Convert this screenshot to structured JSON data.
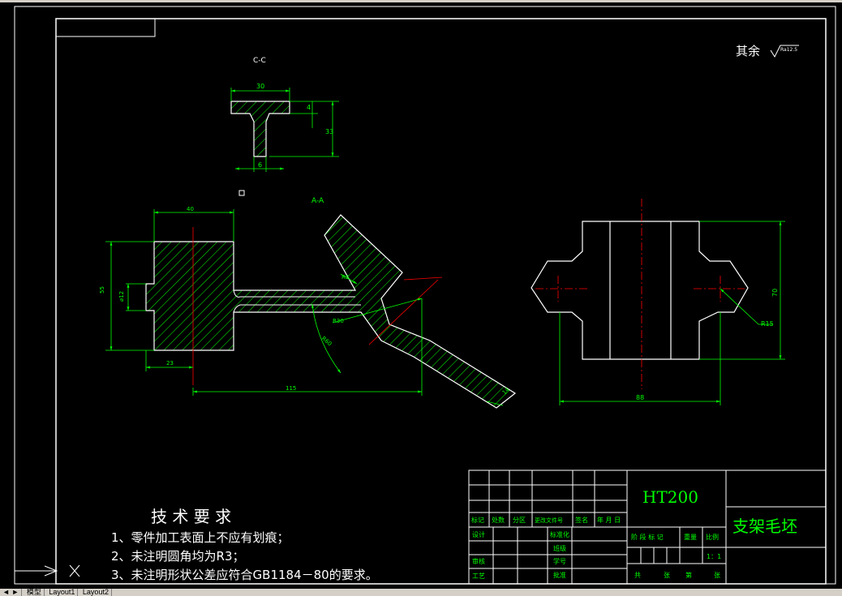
{
  "drawing": {
    "section_label": "C-C",
    "view_label": "A-A",
    "roughness_note_prefix": "其余",
    "roughness_value": "Ra12.5",
    "dims": {
      "cc_width": "30",
      "cc_flange": "4",
      "cc_height": "33",
      "cc_web": "6",
      "main_width": "40",
      "main_height": "55",
      "bore": "⌀12",
      "stub": "23",
      "length": "115",
      "r5": "R5",
      "r30": "R30",
      "r60": "R60",
      "rib": "14",
      "right_height": "70",
      "right_width": "88",
      "r15": "R15"
    }
  },
  "technical_requirements": {
    "title": "技 术 要 求",
    "items": [
      "1、零件加工表面上不应有划痕；",
      "2、未注明圆角均为R3；",
      "3、未注明形状公差应符合GB1184－80的要求。"
    ]
  },
  "title_block": {
    "material": "HT200",
    "part_name": "支架毛坯",
    "row_headers": [
      "标记",
      "处数",
      "分区",
      "更改文件号",
      "签名",
      "年 月 日"
    ],
    "left_labels": [
      "设计",
      "审核",
      "工艺"
    ],
    "mid_labels": [
      "标准化",
      "班级",
      "学号",
      "批准"
    ],
    "stage_headers": [
      "阶 段 标 记",
      "重量",
      "比例"
    ],
    "scale": "1：1",
    "sheet_text": [
      "共",
      "张",
      "第",
      "张"
    ]
  },
  "tabs": [
    "模型",
    "Layout1",
    "Layout2"
  ],
  "colors": {
    "background": "#000000",
    "outline": "#ffffff",
    "dimension": "#00ff00",
    "centerline": "#ff0000",
    "title_text": "#00ff00"
  }
}
